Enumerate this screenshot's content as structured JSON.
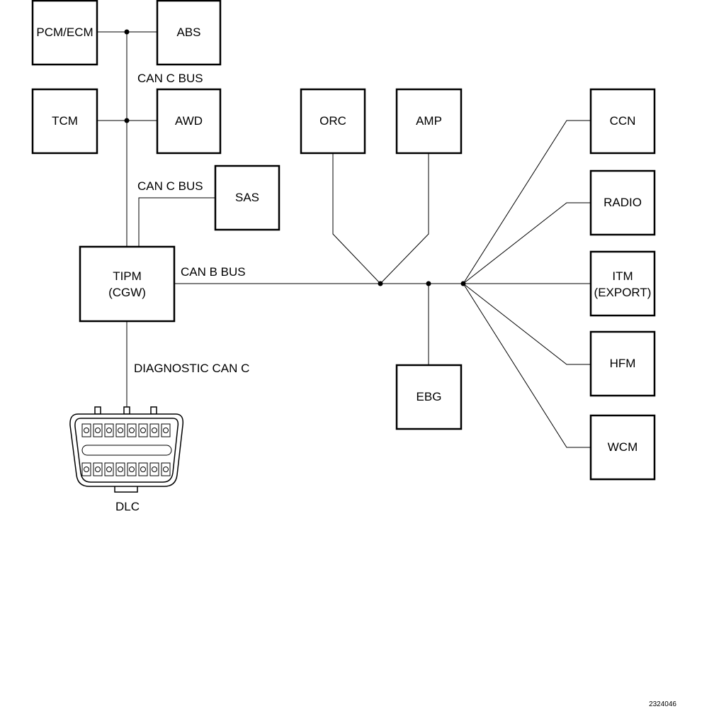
{
  "modules": {
    "pcm_ecm": "PCM/ECM",
    "abs": "ABS",
    "tcm": "TCM",
    "awd": "AWD",
    "sas": "SAS",
    "tipm_line1": "TIPM",
    "tipm_line2": "(CGW)",
    "orc": "ORC",
    "amp": "AMP",
    "ebg": "EBG",
    "ccn": "CCN",
    "radio": "RADIO",
    "itm_line1": "ITM",
    "itm_line2": "(EXPORT)",
    "hfm": "HFM",
    "wcm": "WCM"
  },
  "bus_labels": {
    "can_c_bus_1": "CAN C BUS",
    "can_c_bus_2": "CAN C BUS",
    "can_b_bus": "CAN B BUS",
    "diagnostic": "DIAGNOSTIC CAN C"
  },
  "connector": {
    "label": "DLC"
  },
  "figure_id": "2324046"
}
